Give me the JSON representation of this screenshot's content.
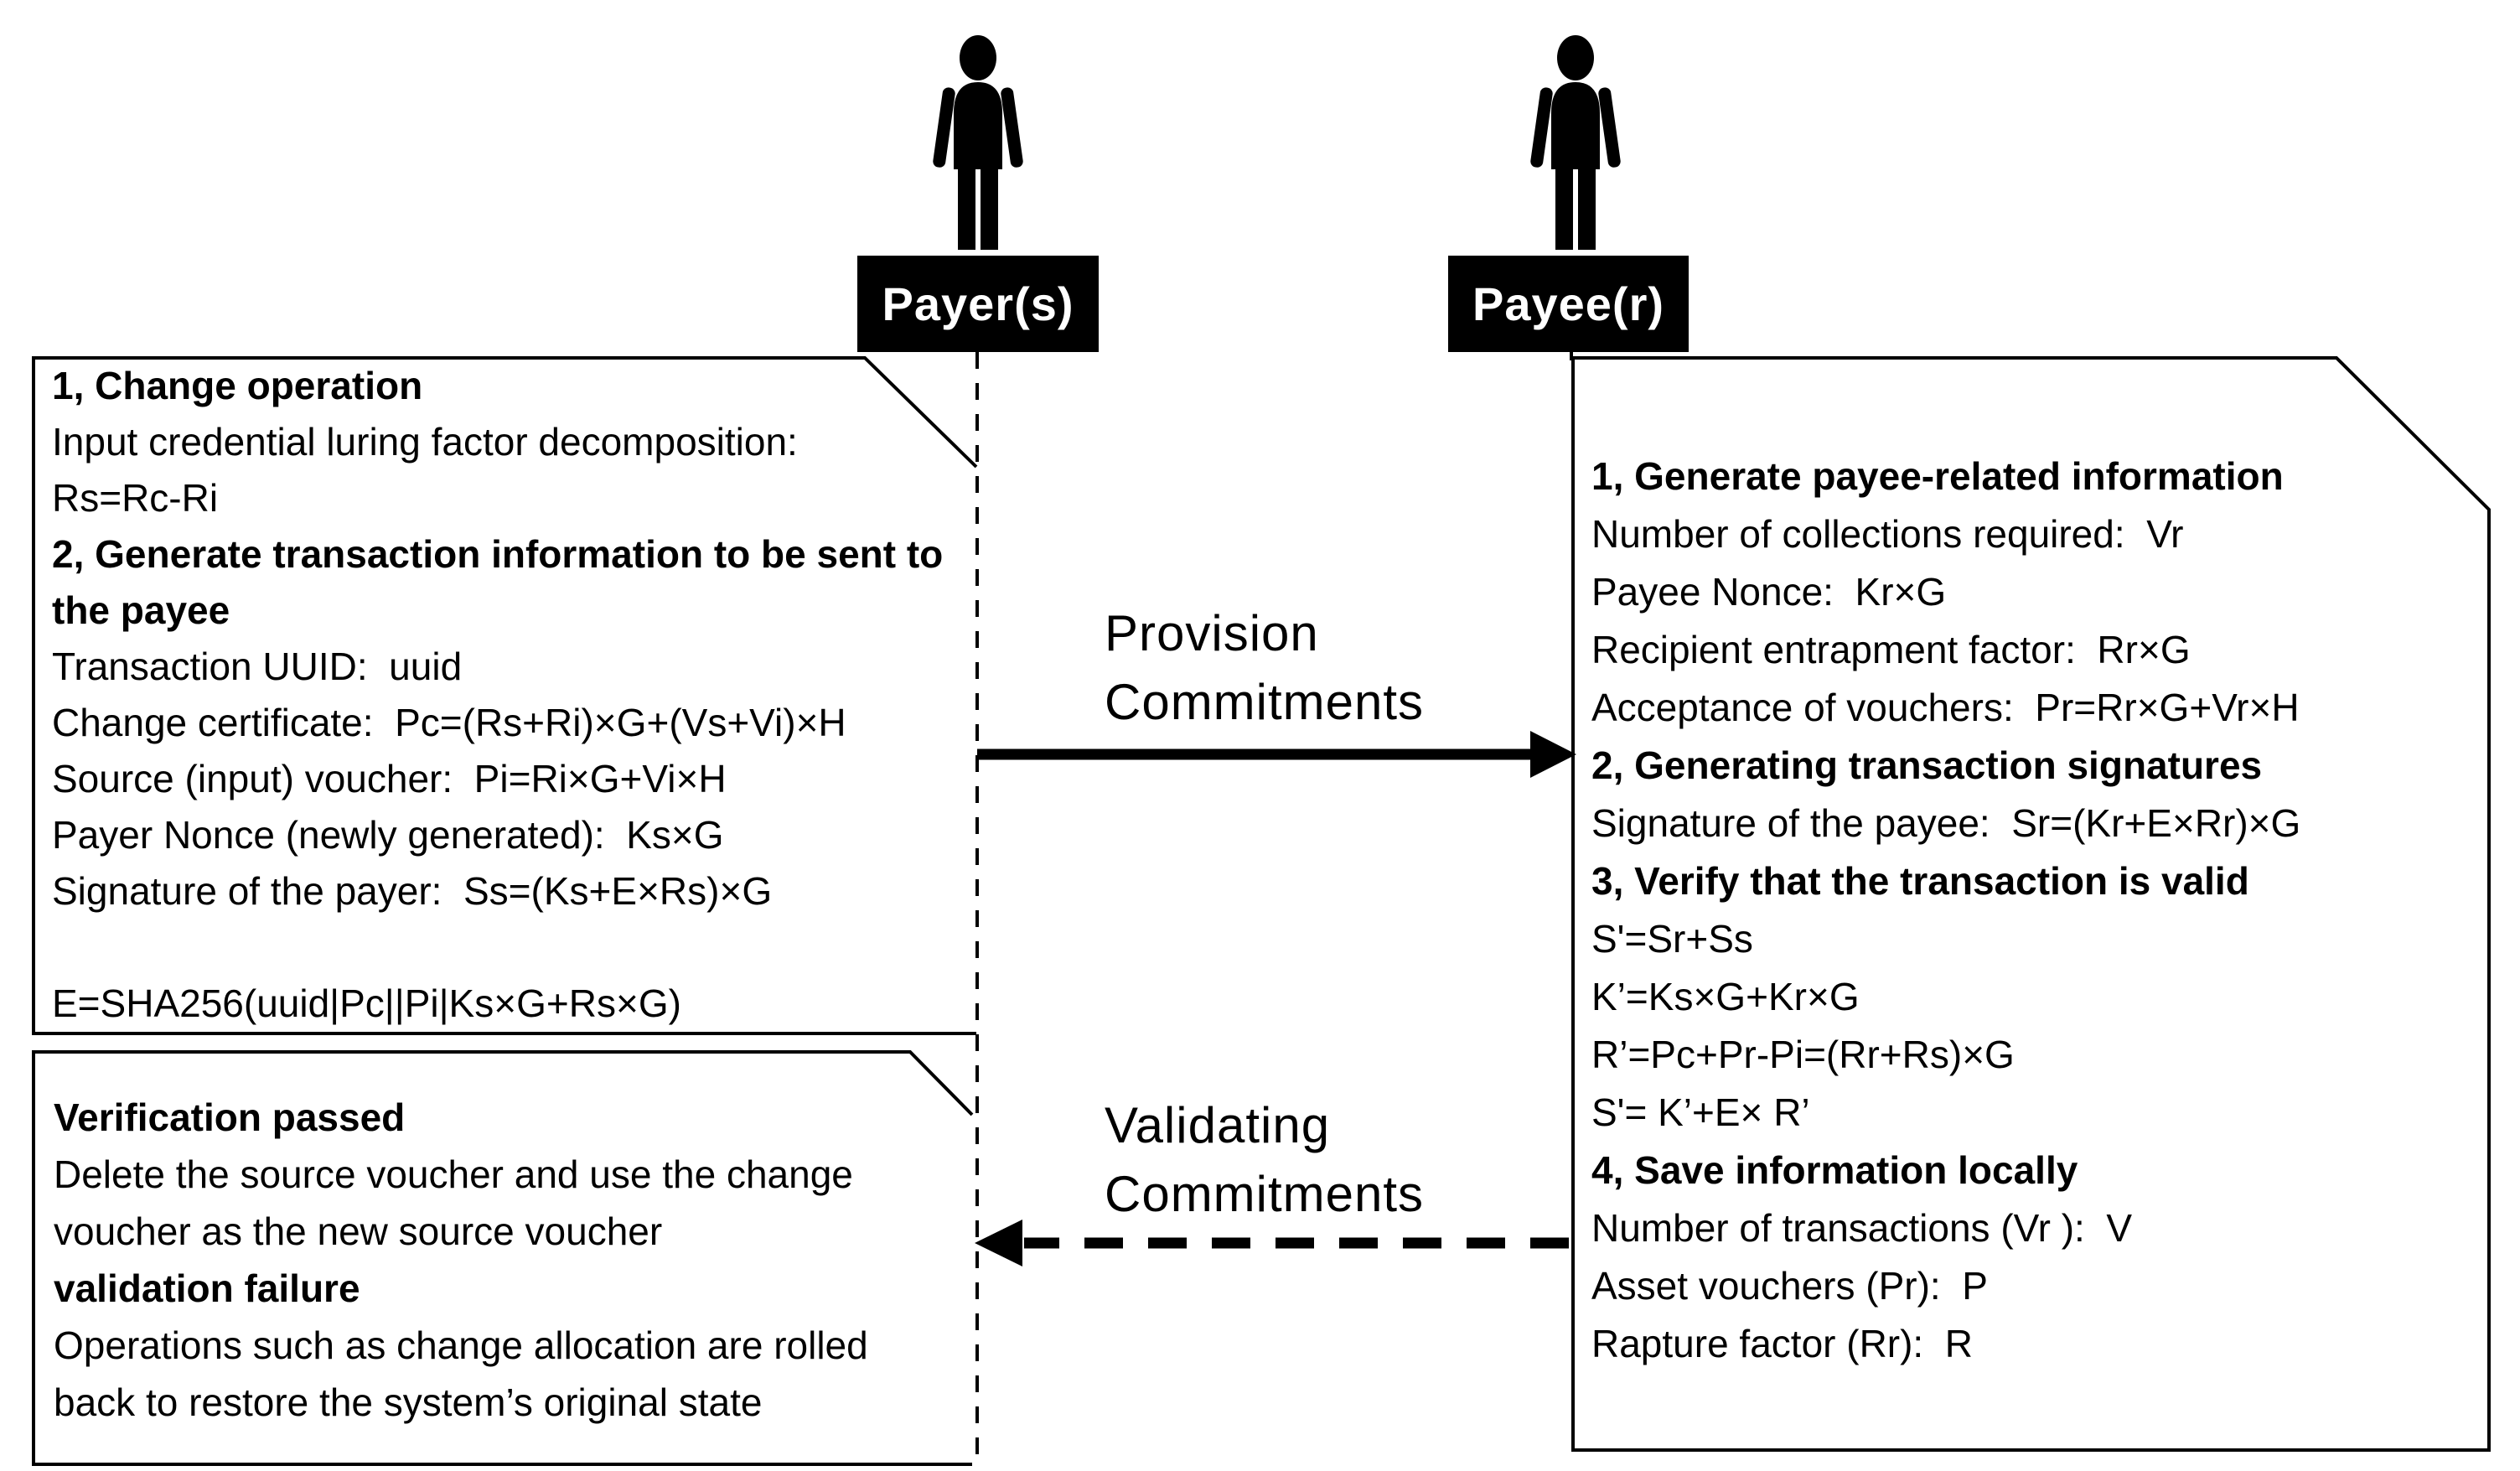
{
  "meta": {
    "background": "#ffffff",
    "ink": "#000000",
    "actor_box_color": "#000000",
    "actor_text_color": "#ffffff"
  },
  "actors": {
    "payer": {
      "icon": "person-icon",
      "label": "Payer(s)"
    },
    "payee": {
      "icon": "person-icon",
      "label": "Payee(r)"
    }
  },
  "messages": {
    "provision": {
      "line1": "Provision",
      "line2": "Commitments",
      "arrow": "solid-right"
    },
    "validating": {
      "line1": "Validating",
      "line2": "Commitments",
      "arrow": "dashed-left"
    }
  },
  "payer_box": {
    "lines": [
      {
        "t": "1、Change operation",
        "b": true
      },
      {
        "t": "Input credential luring factor decomposition：",
        "b": false
      },
      {
        "t": "Rs=Rc-Ri",
        "b": false
      },
      {
        "t": "2、Generate transaction information to be sent to",
        "b": true
      },
      {
        "t": "the payee",
        "b": true
      },
      {
        "t": "Transaction UUID：  uuid",
        "b": false
      },
      {
        "t": "Change certificate：  Pc=(Rs+Ri)×G+(Vs+Vi)×H",
        "b": false
      },
      {
        "t": "Source (input) voucher：  Pi=Ri×G+Vi×H",
        "b": false
      },
      {
        "t": "Payer Nonce (newly generated)：  Ks×G",
        "b": false
      },
      {
        "t": "Signature of the payer：  Ss=(Ks+E×Rs)×G",
        "b": false
      },
      {
        "t": "",
        "b": false
      },
      {
        "t": "E=SHA256(uuid|Pc||Pi|Ks×G+Rs×G)",
        "b": false
      }
    ]
  },
  "result_box": {
    "lines": [
      {
        "t": "Verification passed",
        "b": true
      },
      {
        "t": "Delete the source voucher and use the change",
        "b": false
      },
      {
        "t": "voucher as the new source voucher",
        "b": false
      },
      {
        "t": "validation failure",
        "b": true
      },
      {
        "t": "Operations such as change allocation are rolled",
        "b": false
      },
      {
        "t": "back to restore the system’s original state",
        "b": false
      }
    ]
  },
  "payee_box": {
    "lines": [
      {
        "t": "1、Generate payee-related information",
        "b": true
      },
      {
        "t": "Number of collections required：  Vr",
        "b": false
      },
      {
        "t": "Payee Nonce：  Kr×G",
        "b": false
      },
      {
        "t": "Recipient entrapment factor：  Rr×G",
        "b": false
      },
      {
        "t": "Acceptance of vouchers：  Pr=Rr×G+Vr×H",
        "b": false
      },
      {
        "t": "2、Generating transaction signatures",
        "b": true
      },
      {
        "t": "Signature of the payee：  Sr=(Kr+E×Rr)×G",
        "b": false
      },
      {
        "t": "3、Verify that the transaction is valid",
        "b": true
      },
      {
        "t": "S'=Sr+Ss",
        "b": false
      },
      {
        "t": "K’=Ks×G+Kr×G",
        "b": false
      },
      {
        "t": "R’=Pc+Pr-Pi=(Rr+Rs)×G",
        "b": false
      },
      {
        "t": "S'= K’+E× R’",
        "b": false
      },
      {
        "t": "4、Save information locally",
        "b": true
      },
      {
        "t": "Number of transactions (Vr )：  V",
        "b": false
      },
      {
        "t": "Asset vouchers (Pr)：  P",
        "b": false
      },
      {
        "t": "Rapture factor (Rr)：  R",
        "b": false
      }
    ]
  }
}
